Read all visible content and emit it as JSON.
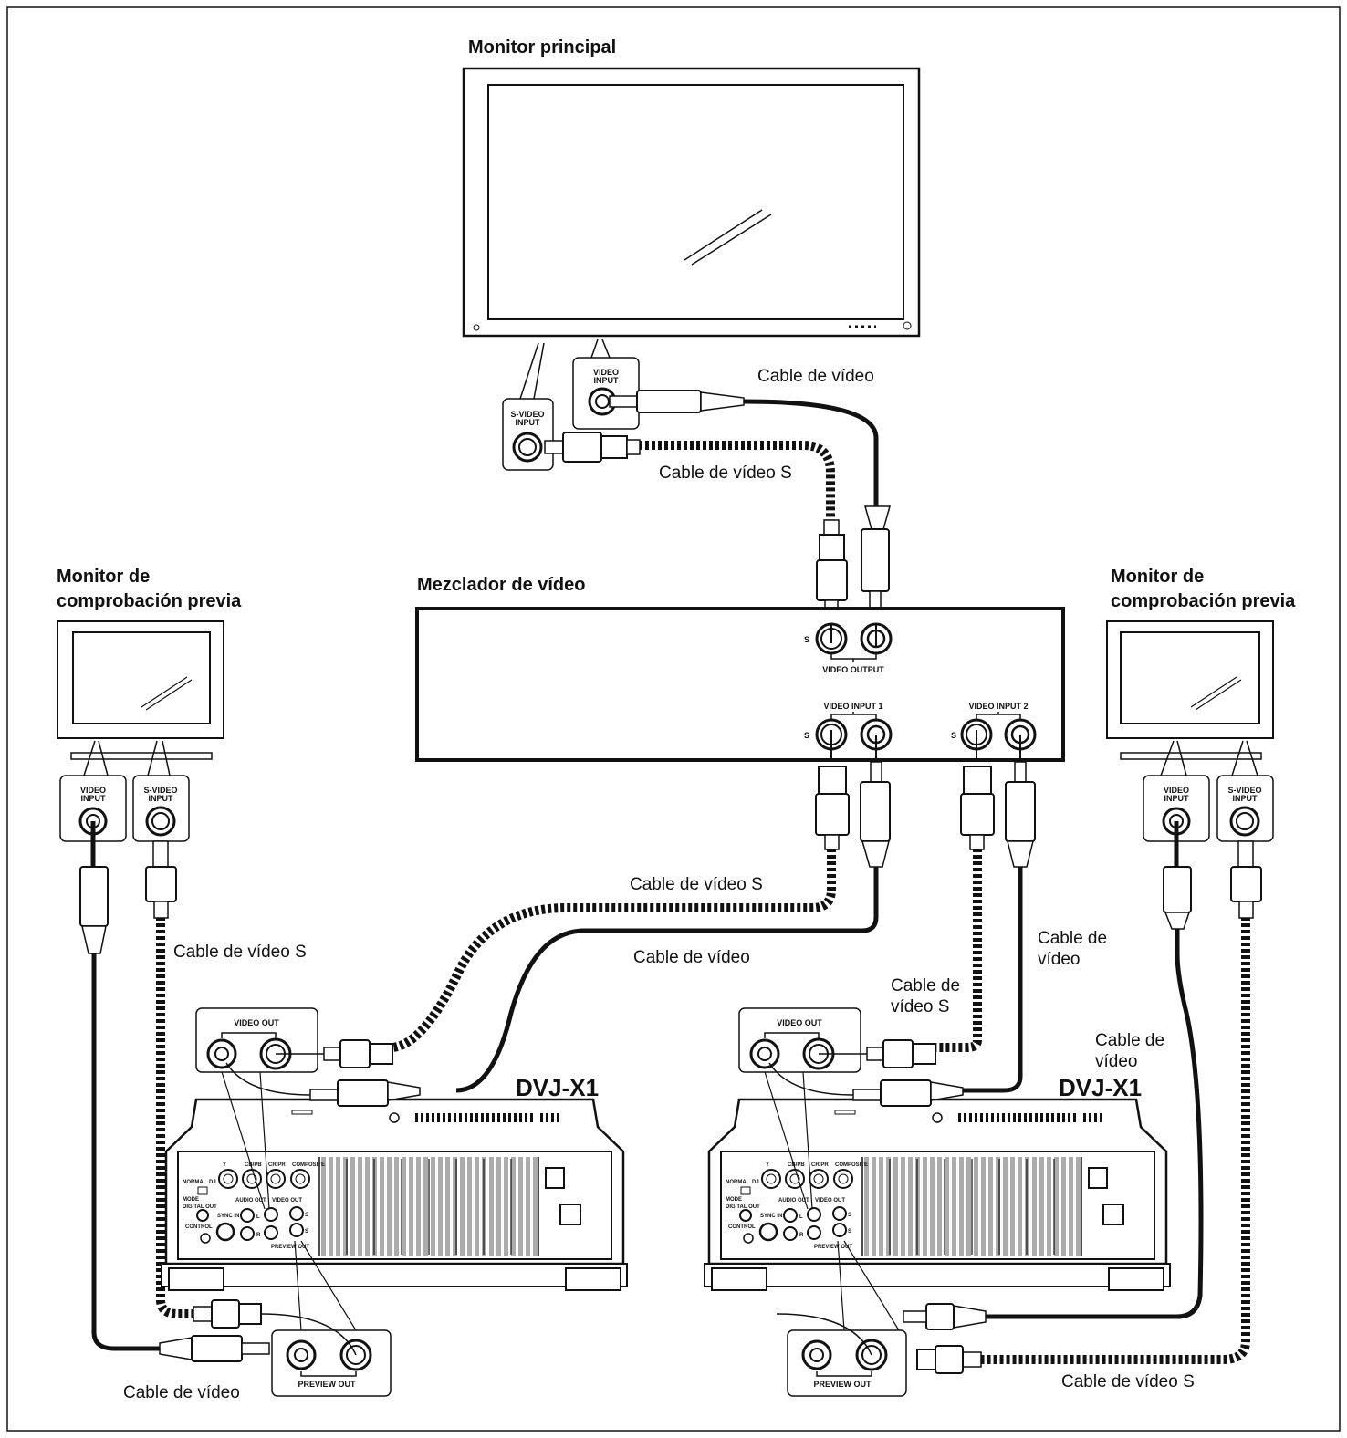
{
  "titles": {
    "main_monitor": "Monitor principal",
    "mixer": "Mezclador de vídeo",
    "preview_monitor_left": [
      "Monitor de",
      "comprobación previa"
    ],
    "preview_monitor_right": [
      "Monitor de",
      "comprobación previa"
    ],
    "dvj_left": "DVJ-X1",
    "dvj_right": "DVJ-X1"
  },
  "jacks": {
    "video_input": [
      "VIDEO",
      "INPUT"
    ],
    "s_video_input": [
      "S-VIDEO",
      "INPUT"
    ],
    "s": "S",
    "video_output": "VIDEO OUTPUT",
    "video_input_1": "VIDEO INPUT 1",
    "video_input_2": "VIDEO INPUT 2",
    "video_out": "VIDEO OUT",
    "preview_out": "PREVIEW OUT"
  },
  "panel": {
    "y": "Y",
    "cb_pb": "CB/PB",
    "cr_pr": "CR/PR",
    "composite": "COMPOSITE",
    "normal": "NORMAL",
    "dj": "DJ",
    "mode": "MODE",
    "digital_out": "DIGITAL OUT",
    "audio_out": "AUDIO OUT",
    "video_out": "VIDEO OUT",
    "sync_in": "SYNC IN",
    "control": "CONTROL",
    "l": "L",
    "r": "R",
    "s": "S",
    "preview_out": "PREVIEW OUT"
  },
  "cables": {
    "main_video": "Cable de vídeo",
    "main_svideo": "Cable de vídeo S",
    "in1_svideo": "Cable de vídeo S",
    "in1_video": "Cable de vídeo",
    "left_svideo": "Cable de vídeo S",
    "left_video": "Cable de vídeo",
    "in2_video": [
      "Cable de",
      "vídeo"
    ],
    "in2_svideo": [
      "Cable de",
      "vídeo S"
    ],
    "right_video": [
      "Cable de",
      "vídeo"
    ],
    "right_svideo": "Cable de vídeo S"
  }
}
